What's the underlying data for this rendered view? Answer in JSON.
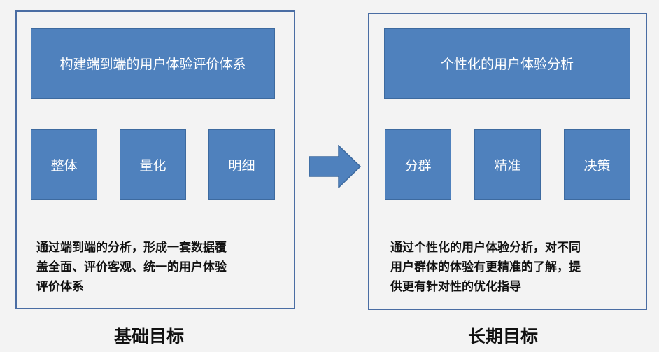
{
  "left_panel": {
    "header": "构建端到端的用户体验评价体系",
    "items": [
      "整体",
      "量化",
      "明细"
    ],
    "description_lines": [
      "通过端到端的分析，形成一套数据覆",
      "盖全面、评价客观、统一的用户体验",
      "评价体系"
    ],
    "label": "基础目标"
  },
  "right_panel": {
    "header": "个性化的用户体验分析",
    "items": [
      "分群",
      "精准",
      "决策"
    ],
    "description_lines": [
      "通过个性化的用户体验分析，对不同",
      "用户群体的体验有更精准的了解，提",
      "供更有针对性的优化指导"
    ],
    "label": "长期目标"
  },
  "colors": {
    "box_fill": "#4f81bd",
    "frame_border": "#4a6da3",
    "background": "#f3f3f3",
    "text_on_box": "#ffffff",
    "text": "#111111"
  },
  "arrow_icon": "right-arrow-icon"
}
